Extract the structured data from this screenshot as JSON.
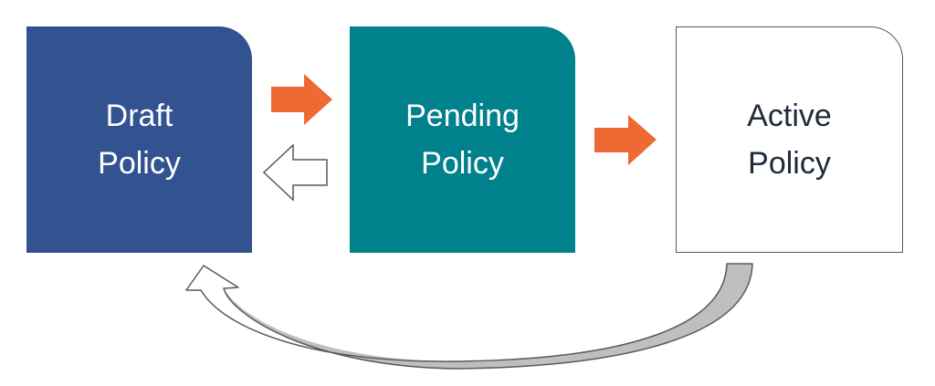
{
  "nodes": {
    "draft": {
      "label": "Draft\nPolicy",
      "fill": "#335290",
      "text_color": "#ffffff"
    },
    "pending": {
      "label": "Pending\nPolicy",
      "fill": "#00818C",
      "text_color": "#ffffff"
    },
    "active": {
      "label": "Active\nPolicy",
      "fill": "#ffffff",
      "text_color": "#1f2a3a",
      "border": "#595959"
    }
  },
  "edges": [
    {
      "from": "draft",
      "to": "pending",
      "style": "solid",
      "color": "#EE6A35"
    },
    {
      "from": "pending",
      "to": "draft",
      "style": "outline",
      "color": "#595959"
    },
    {
      "from": "pending",
      "to": "active",
      "style": "solid",
      "color": "#EE6A35"
    },
    {
      "from": "active",
      "to": "draft",
      "style": "curved",
      "color": "#595959",
      "shade": "#bfbfbf"
    }
  ]
}
